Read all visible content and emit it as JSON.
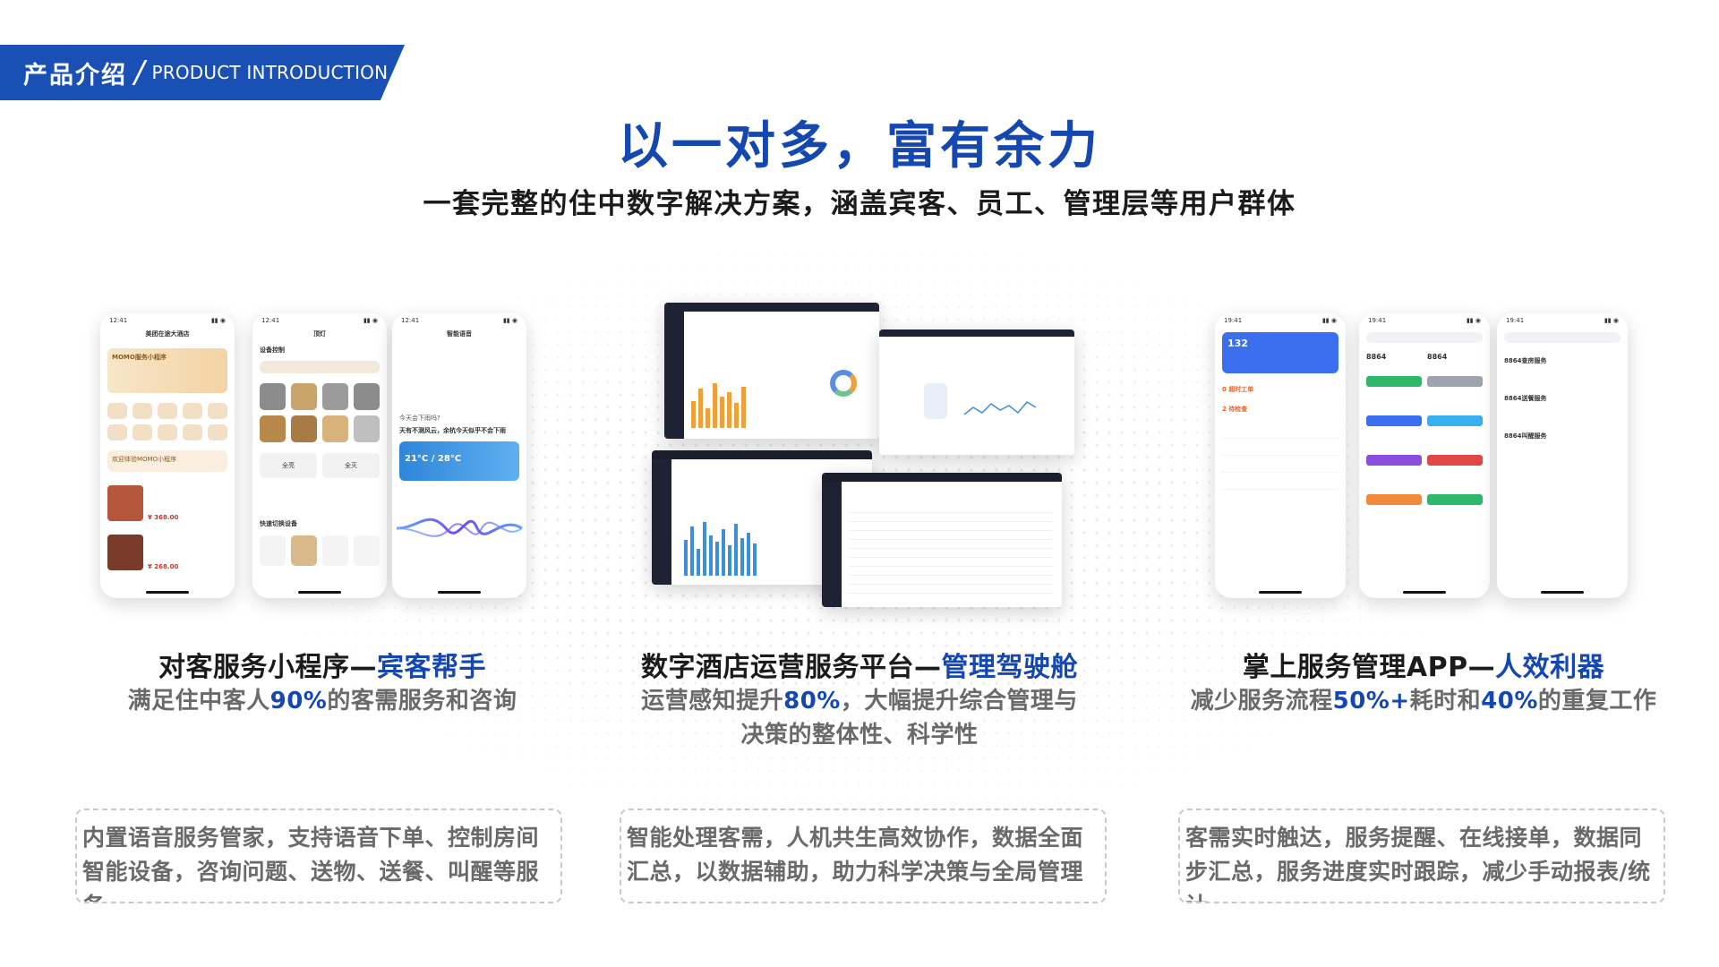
{
  "header": {
    "tag_cn": "产品介绍",
    "tag_sep": "/",
    "tag_en": "PRODUCT INTRODUCTION",
    "accent_color": "#1a4fb4"
  },
  "title": "以一对多，富有余力",
  "subtitle": "一套完整的住中数字解决方案，涵盖宾客、员工、管理层等用户群体",
  "mockups": {
    "phone1": {
      "time": "12:41",
      "header": "美团在途大酒店",
      "banner": "MOMO服务小程序",
      "welcome": "欢迎体验MOMO小程序",
      "price1": "¥ 368.00",
      "price2": "¥ 268.00"
    },
    "phone2": {
      "time": "12:41",
      "header": "顶灯",
      "section": "设备控制",
      "section2": "快速切换设备",
      "btn_on": "全亮",
      "btn_off": "全灭"
    },
    "phone3": {
      "time": "12:41",
      "header": "智能语音",
      "prompt": "今天会下雨吗?",
      "answer": "天有不测风云，余杭今天似乎不会下雨",
      "temp": "21°C / 28°C"
    },
    "app1": {
      "time": "19:41",
      "stat": "132",
      "item1": "0 超时工单",
      "item2": "2 待检查"
    },
    "app2": {
      "time": "19:41",
      "room": "8864"
    },
    "app3": {
      "time": "19:41",
      "item1": "8864查房服务",
      "item2": "8864送餐服务",
      "item3": "8864叫醒服务"
    }
  },
  "sections": [
    {
      "title_prefix": "对客服务小程序—",
      "title_highlight": "宾客帮手",
      "sub_before": "满足住中客人",
      "sub_highlight": "90%",
      "sub_after": "的客需服务和咨询",
      "box_line1": "内置语音服务管家，支持语音下单、控制房间",
      "box_line2": "智能设备，咨询问题、送物、送餐、叫醒等服务"
    },
    {
      "title_prefix": "数字酒店运营服务平台—",
      "title_highlight": "管理驾驶舱",
      "sub_before": "运营感知提升",
      "sub_highlight": "80%",
      "sub_after": "，大幅提升综合管理与",
      "sub_line2": "决策的整体性、科学性",
      "box_line1": "智能处理客需，人机共生高效协作，数据全面",
      "box_line2": "汇总，以数据辅助，助力科学决策与全局管理"
    },
    {
      "title_prefix": "掌上服务管理APP—",
      "title_highlight": "人效利器",
      "sub_before": "减少服务流程",
      "sub_highlight1": "50%+",
      "sub_middle": "耗时和",
      "sub_highlight2": "40%",
      "sub_after": "的重复工作",
      "box_line1": "客需实时触达，服务提醒、在线接单，数据同",
      "box_line2": "步汇总，服务进度实时跟踪，减少手动报表/统计"
    }
  ]
}
